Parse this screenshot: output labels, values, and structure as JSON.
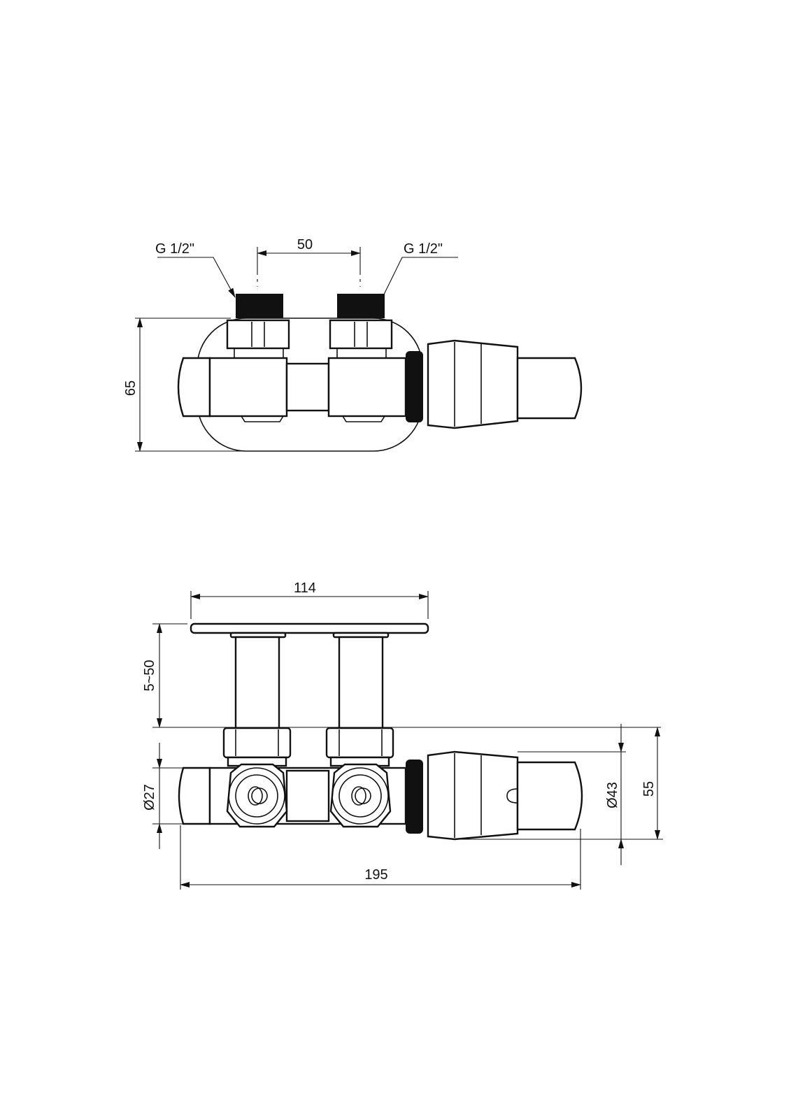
{
  "top_view": {
    "thread_left": "G 1/2\"",
    "thread_right": "G 1/2\"",
    "spacing": "50",
    "height": "65"
  },
  "front_view": {
    "plate_width": "114",
    "depth_range": "5~50",
    "body_diameter": "Ø27",
    "head_diameter": "Ø43",
    "head_height": "55",
    "total_length": "195"
  },
  "colors": {
    "line": "#111111",
    "background": "#ffffff"
  }
}
